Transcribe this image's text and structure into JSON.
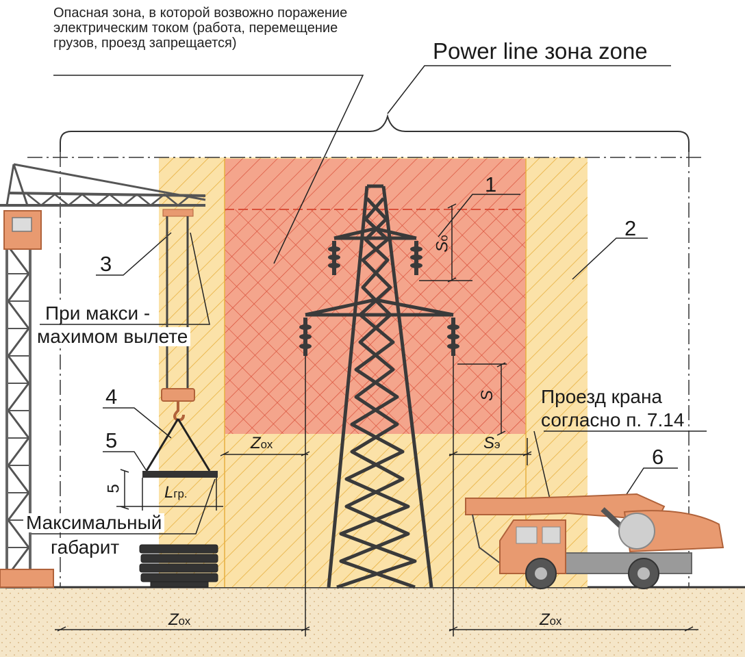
{
  "labels": {
    "danger_note": "Опасная зона, в которой возвожно поражение электрическим током (работа, перемещение грузов, проезд запрещается)",
    "zone_title": "Power line зона zone",
    "n1": "1",
    "n2": "2",
    "n3": "3",
    "n4": "4",
    "n5": "5",
    "n6": "6",
    "max_reach_1": "При макси -",
    "max_reach_2": "махимом вылете",
    "max_size_1": "Максимальный",
    "max_size_2": "габарит",
    "crane_path_1": "Проезд крана",
    "crane_path_2": "согласно п. 7.14",
    "dim_5": "5",
    "L_main": "L",
    "L_sub": "гр.",
    "Z_main": "Z",
    "Z_sub": "ох",
    "S": "S",
    "S0_sub": "о",
    "Se_sub": "э"
  },
  "colors": {
    "hazard_red": "#f4a58c",
    "hatch_red": "#d9503a",
    "zone_yellow": "#fbe2a8",
    "hatch_yellow": "#e8b040",
    "steel": "#3a3a3a",
    "crane_orange": "#e89a70",
    "ground": "#f5e6c8"
  },
  "icons": [
    "tower-crane-icon",
    "transmission-tower-icon",
    "mobile-crane-icon",
    "load-stack-icon",
    "insulator-icon"
  ]
}
